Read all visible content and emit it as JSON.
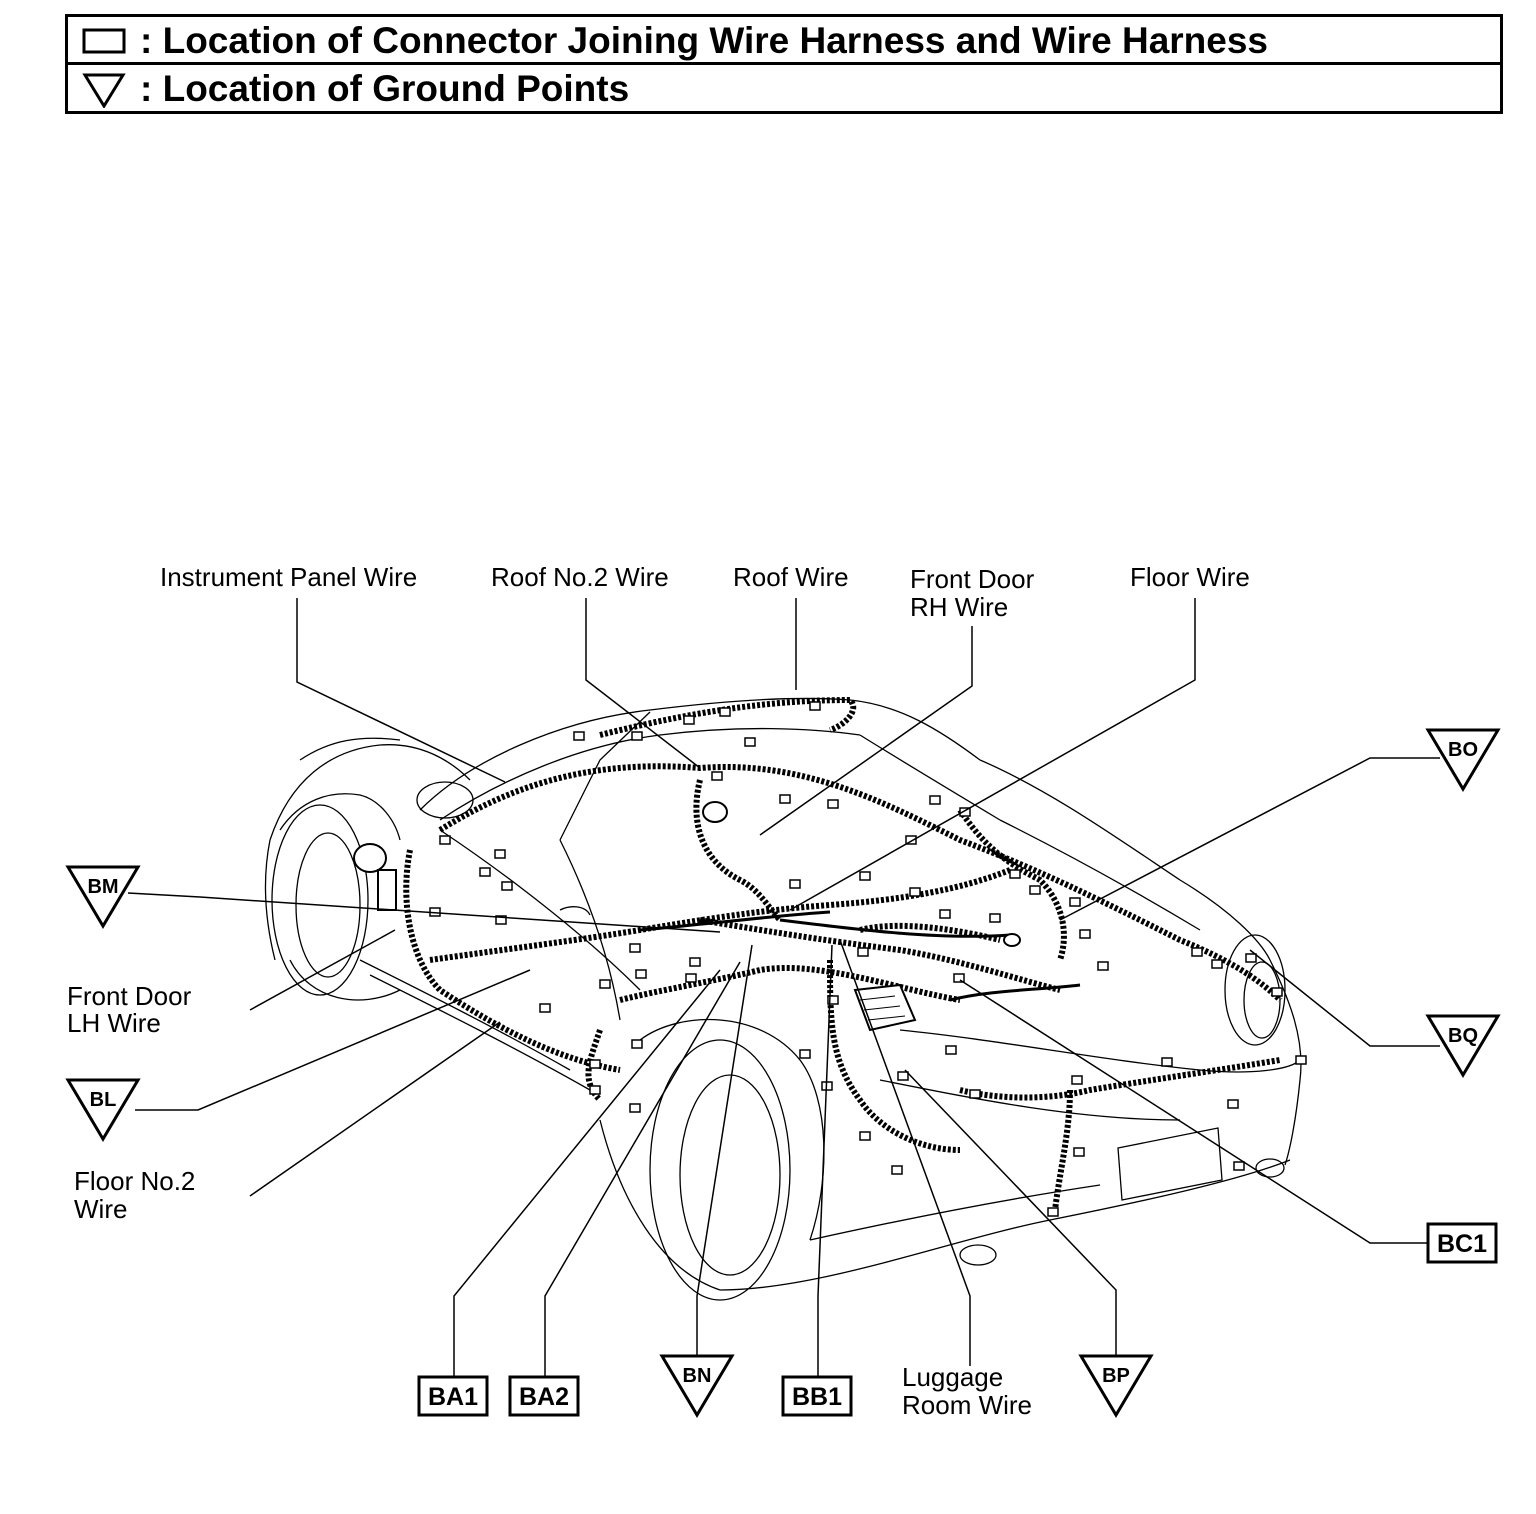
{
  "legend": {
    "connector_text": ": Location of Connector Joining Wire Harness and Wire Harness",
    "ground_text": ": Location of Ground Points"
  },
  "wire_labels": {
    "instrument_panel": "Instrument Panel Wire",
    "roof_no2": "Roof No.2 Wire",
    "roof": "Roof Wire",
    "front_door_rh_1": "Front Door",
    "front_door_rh_2": "RH Wire",
    "floor": "Floor Wire",
    "front_door_lh_1": "Front Door",
    "front_door_lh_2": "LH Wire",
    "floor_no2_1": "Floor No.2",
    "floor_no2_2": "Wire",
    "luggage_room_1": "Luggage",
    "luggage_room_2": "Room Wire"
  },
  "connectors": {
    "ba1": "BA1",
    "ba2": "BA2",
    "bb1": "BB1",
    "bc1": "BC1"
  },
  "grounds": {
    "bm": "BM",
    "bl": "BL",
    "bn": "BN",
    "bp": "BP",
    "bo": "BO",
    "bq": "BQ"
  }
}
